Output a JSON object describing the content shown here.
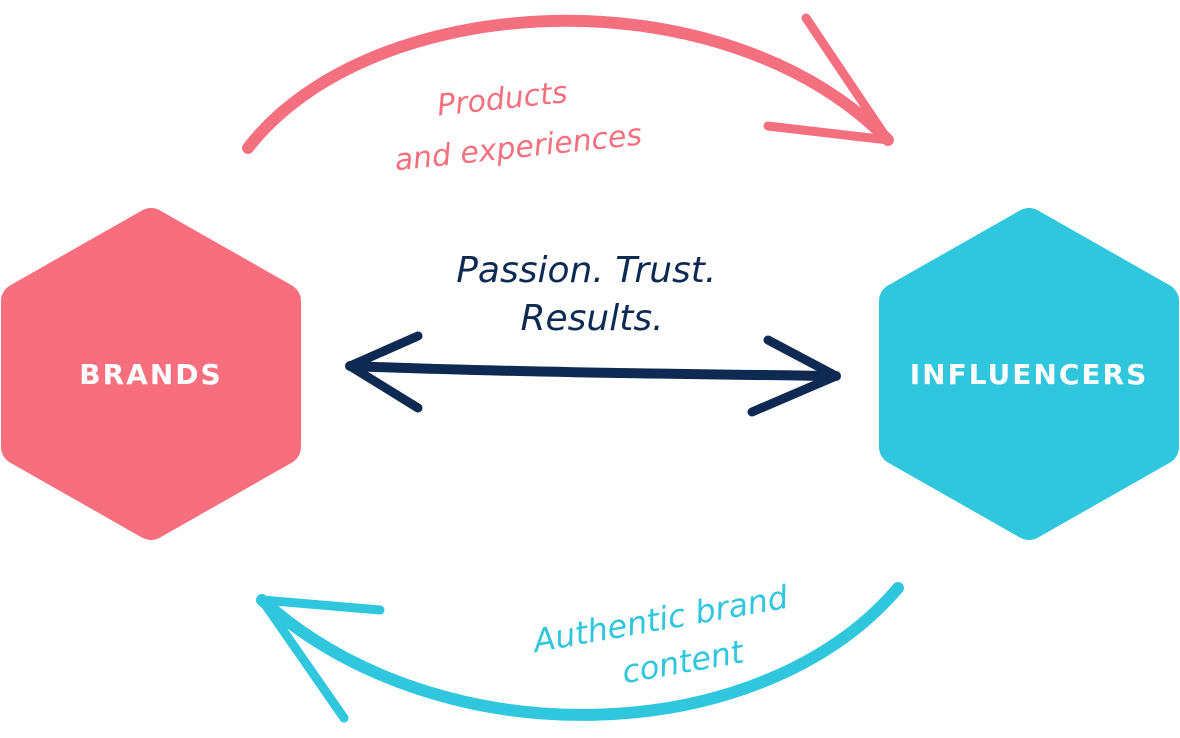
{
  "colors": {
    "brand": "#f76e7d",
    "influencer": "#2fc6de",
    "center": "#0e2a52",
    "top_arrow": "#f4707f",
    "bottom_arrow": "#2fc6de"
  },
  "nodes": {
    "brands": {
      "label": "BRANDS",
      "icon": "hexagon-shape"
    },
    "influencers": {
      "label": "INFLUENCERS",
      "icon": "hexagon-shape"
    }
  },
  "flows": {
    "top": {
      "line1": "Products",
      "line2": "and experiences",
      "direction": "brands-to-influencers"
    },
    "center": {
      "line1": "Passion. Trust.",
      "line2": "Results.",
      "direction": "both"
    },
    "bottom": {
      "line1": "Authentic brand",
      "line2": "content",
      "direction": "influencers-to-brands"
    }
  }
}
